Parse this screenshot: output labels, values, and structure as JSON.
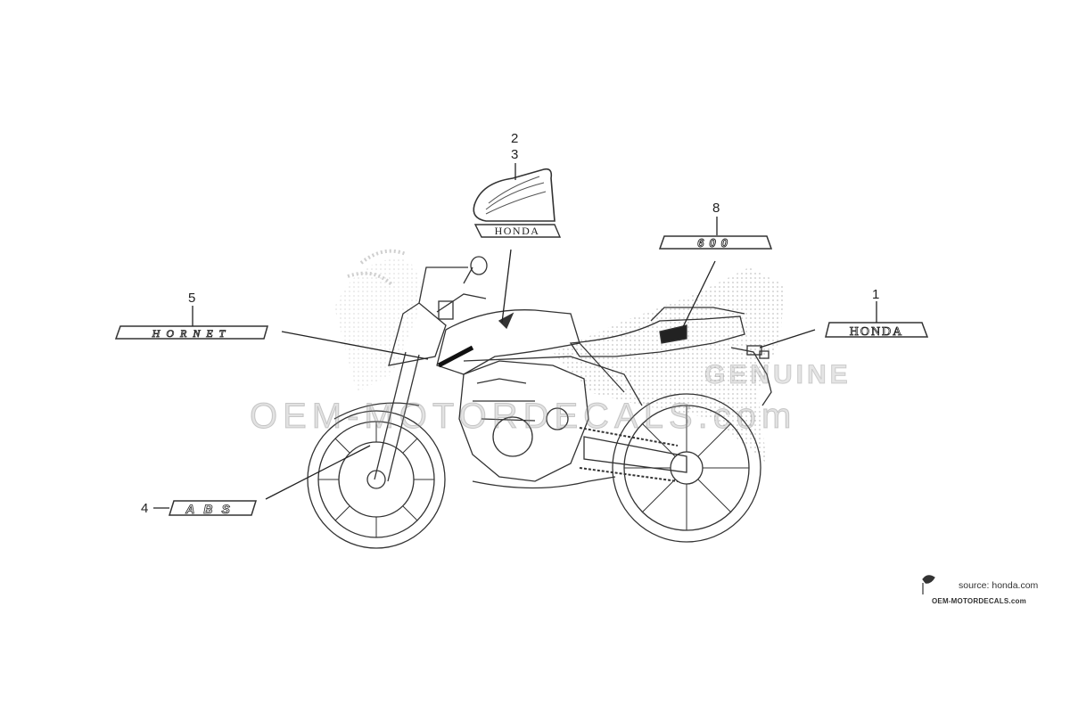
{
  "callouts": [
    {
      "id": "1",
      "label": "1"
    },
    {
      "id": "2",
      "label": "2"
    },
    {
      "id": "3",
      "label": "3"
    },
    {
      "id": "4",
      "label": "4"
    },
    {
      "id": "5",
      "label": "5"
    },
    {
      "id": "8",
      "label": "8"
    }
  ],
  "decals": {
    "honda_tank": "HONDA",
    "honda_tail": "HONDA",
    "hornet": "HORNET",
    "abs": "ABS",
    "displacement": "600"
  },
  "watermark": {
    "text": "OEM-MOTORDECALS.com",
    "genuine": "GENUINE"
  },
  "footer": {
    "source": "source: honda.com",
    "brand": "OEM-MOTORDECALS.com"
  },
  "colors": {
    "ink": "#222222",
    "dots": "#c8c8c8",
    "watermark": "#969696"
  }
}
